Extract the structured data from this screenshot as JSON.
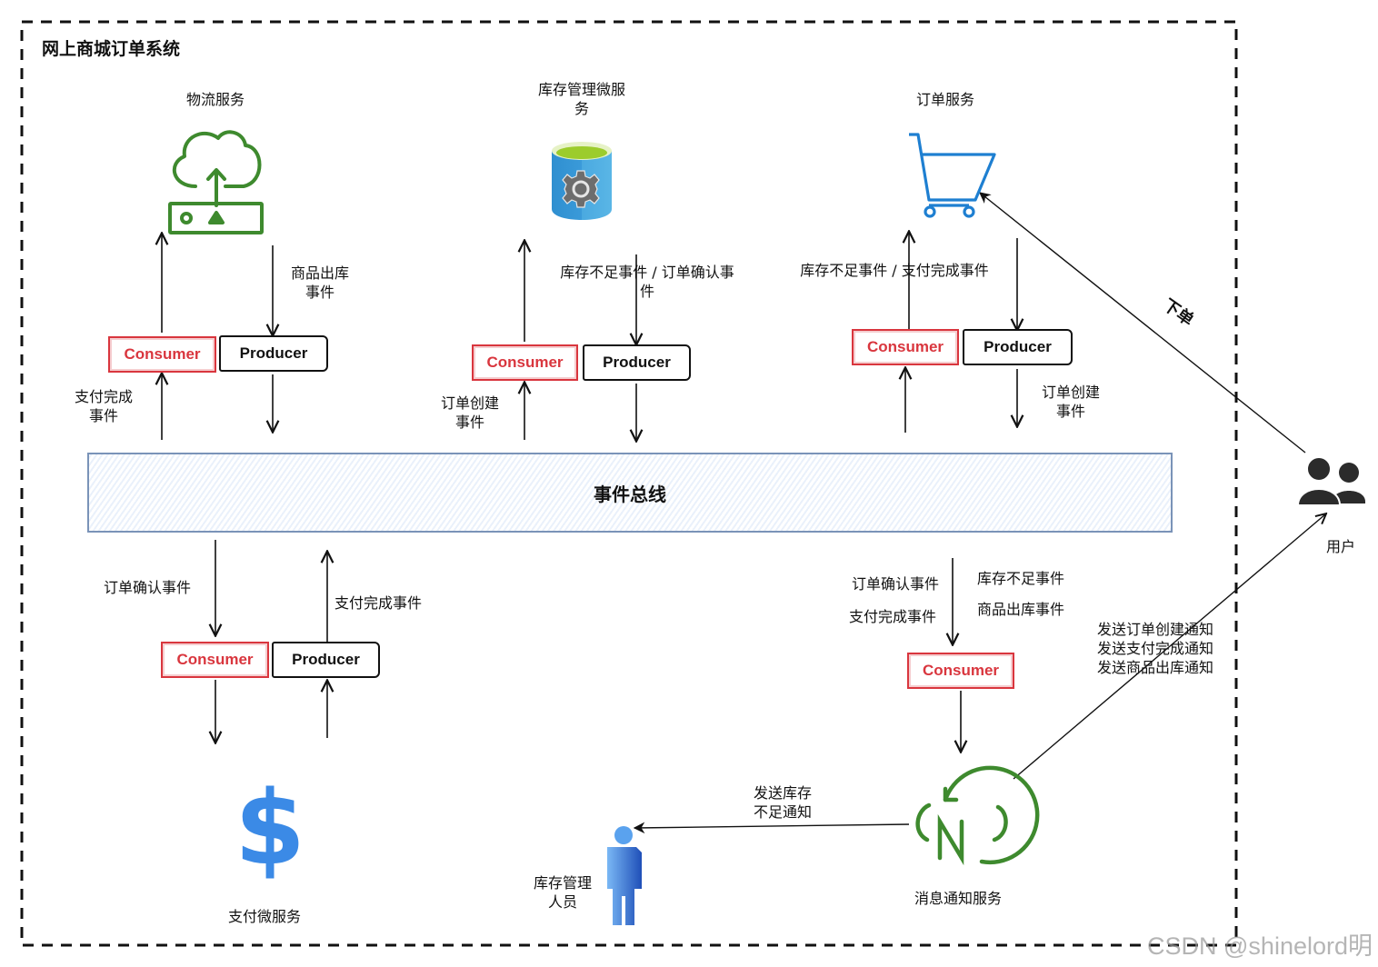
{
  "diagram": {
    "title": "网上商城订单系统",
    "event_bus_label": "事件总线",
    "consumer_label": "Consumer",
    "producer_label": "Producer",
    "colors": {
      "consumer": "#d9363e",
      "producer": "#111111",
      "bus_border": "#7a93b8",
      "logistics_icon": "#3e8a2e",
      "inventory_db_body": "#3a9ad9",
      "inventory_db_top": "#9ccc2c",
      "cart_icon": "#1e7fd1",
      "dollar_icon": "#3b8ae6",
      "notify_icon": "#3e8a2e",
      "user_icon": "#2b2b2b"
    },
    "services": {
      "logistics": {
        "name": "物流服务",
        "in_event": "支付完成\n事件",
        "out_event": "商品出库\n事件"
      },
      "inventory": {
        "name": "库存管理微服\n务",
        "in_event": "订单创建\n事件",
        "out_event": "库存不足事件 / 订单确认事\n件"
      },
      "order": {
        "name": "订单服务",
        "in_event": "库存不足事件 / 支付完成事件",
        "out_event": "订单创建\n事件"
      },
      "payment": {
        "name": "支付微服务",
        "in_event": "订单确认事件",
        "out_event": "支付完成事件"
      },
      "notification": {
        "name": "消息通知服务",
        "in_events_left": [
          "订单确认事件",
          "支付完成事件"
        ],
        "in_events_right": [
          "库存不足事件",
          "商品出库事件"
        ]
      }
    },
    "actors": {
      "user": {
        "name": "用户",
        "action": "下单"
      },
      "inventory_manager": {
        "name": "库存管理\n人员"
      }
    },
    "notifications": {
      "to_manager": "发送库存\n不足通知",
      "to_user": [
        "发送订单创建通知",
        "发送支付完成通知",
        "发送商品出库通知"
      ]
    },
    "watermark": "CSDN @shinelord明"
  }
}
